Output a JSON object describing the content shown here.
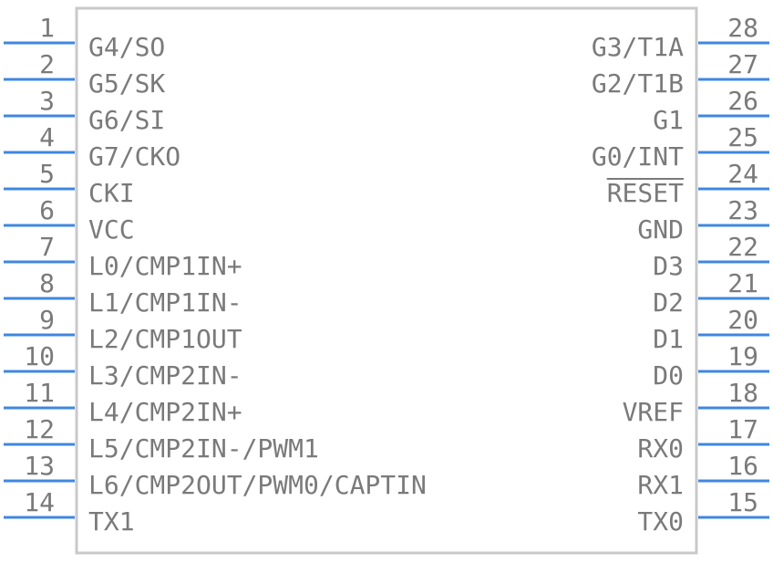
{
  "component": {
    "left_pins": [
      {
        "number": "1",
        "name": "G4/SO"
      },
      {
        "number": "2",
        "name": "G5/SK"
      },
      {
        "number": "3",
        "name": "G6/SI"
      },
      {
        "number": "4",
        "name": "G7/CKO"
      },
      {
        "number": "5",
        "name": "CKI"
      },
      {
        "number": "6",
        "name": "VCC"
      },
      {
        "number": "7",
        "name": "L0/CMP1IN+"
      },
      {
        "number": "8",
        "name": "L1/CMP1IN-"
      },
      {
        "number": "9",
        "name": "L2/CMP1OUT"
      },
      {
        "number": "10",
        "name": "L3/CMP2IN-"
      },
      {
        "number": "11",
        "name": "L4/CMP2IN+"
      },
      {
        "number": "12",
        "name": "L5/CMP2IN-/PWM1"
      },
      {
        "number": "13",
        "name": "L6/CMP2OUT/PWM0/CAPTIN"
      },
      {
        "number": "14",
        "name": "TX1"
      }
    ],
    "right_pins": [
      {
        "number": "28",
        "name": "G3/T1A"
      },
      {
        "number": "27",
        "name": "G2/T1B"
      },
      {
        "number": "26",
        "name": "G1"
      },
      {
        "number": "25",
        "name": "G0/INT"
      },
      {
        "number": "24",
        "name": "RESET",
        "overline": true
      },
      {
        "number": "23",
        "name": "GND"
      },
      {
        "number": "22",
        "name": "D3"
      },
      {
        "number": "21",
        "name": "D2"
      },
      {
        "number": "20",
        "name": "D1"
      },
      {
        "number": "19",
        "name": "D0"
      },
      {
        "number": "18",
        "name": "VREF"
      },
      {
        "number": "17",
        "name": "RX0"
      },
      {
        "number": "16",
        "name": "RX1"
      },
      {
        "number": "15",
        "name": "TX0"
      }
    ]
  },
  "colors": {
    "pin_line": "#3f87e0",
    "body_outline": "#c9c9c9",
    "text": "#7a7a7a"
  }
}
